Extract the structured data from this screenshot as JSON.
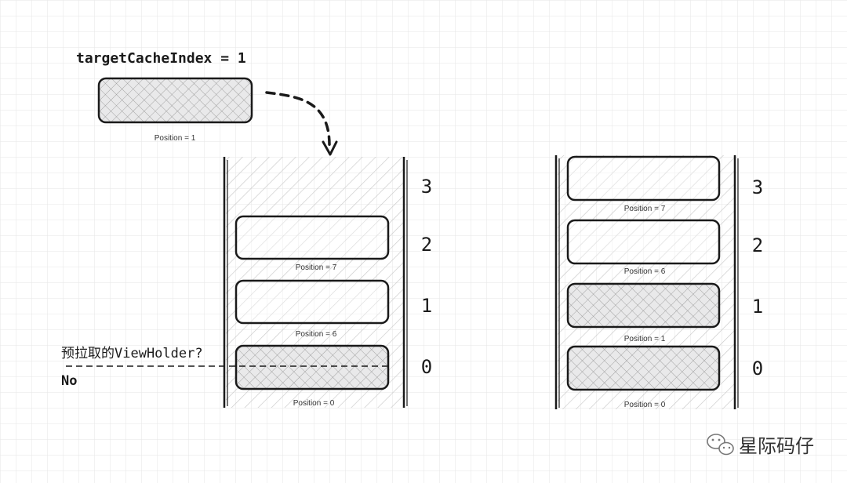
{
  "target_label": "targetCacheIndex = 1",
  "floating_item": {
    "label": "Position = 1"
  },
  "left_column": {
    "items": [
      {
        "label": "Position = 7"
      },
      {
        "label": "Position = 6"
      },
      {
        "label": "Position = 0"
      }
    ],
    "indices": [
      "3",
      "2",
      "1",
      "0"
    ]
  },
  "right_column": {
    "items": [
      {
        "label": "Position = 7"
      },
      {
        "label": "Position = 6"
      },
      {
        "label": "Position = 1"
      },
      {
        "label": "Position = 0"
      }
    ],
    "indices": [
      "3",
      "2",
      "1",
      "0"
    ]
  },
  "question": {
    "text": "预拉取的ViewHolder?",
    "answer": "No"
  },
  "watermark": {
    "text": "星际码仔",
    "icon": "wechat-icon"
  },
  "colors": {
    "grid": "#e6e6e6",
    "stroke": "#1a1a1a",
    "hatch": "#c8c8c8",
    "cross_fill": "#e9e9ea"
  }
}
